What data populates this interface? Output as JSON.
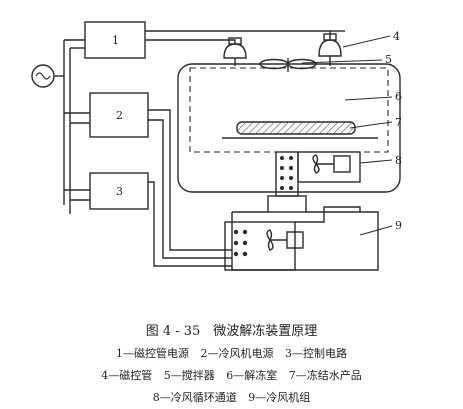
{
  "figure": {
    "labels": {
      "n1": "1",
      "n2": "2",
      "n3": "3",
      "n4": "4",
      "n5": "5",
      "n6": "6",
      "n7": "7",
      "n8": "8",
      "n9": "9"
    },
    "colors": {
      "line": "#2a2a2a",
      "hatch": "#555555",
      "background": "#ffffff"
    }
  },
  "caption": {
    "title": "图 4 - 35　微波解冻装置原理",
    "line1": [
      "1—磁控管电源",
      "2—冷风机电源",
      "3—控制电路"
    ],
    "line2": [
      "4—磁控管",
      "5—搅拌器",
      "6—解冻室",
      "7—冻结水产品"
    ],
    "line3": [
      "8—冷风循环通道",
      "9—冷风机组"
    ]
  }
}
